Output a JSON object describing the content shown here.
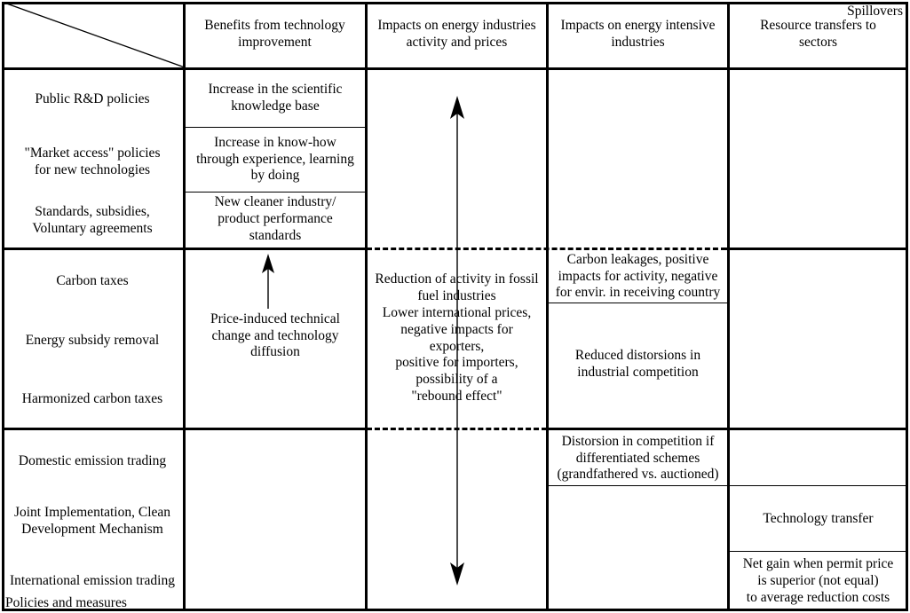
{
  "table": {
    "corner": {
      "top_label": "Spillovers",
      "bottom_label": "Policies and measures"
    },
    "column_headers": [
      "Benefits from technology\nimprovement",
      "Impacts on energy industries\nactivity and prices",
      "Impacts on energy intensive\nindustries",
      "Resource transfers to\nsectors"
    ],
    "band1": {
      "policies": [
        "Public R&D policies",
        "\"Market access\" policies\nfor new technologies",
        "Standards, subsidies,\nVoluntary agreements"
      ],
      "benefits": [
        "Increase in the scientific\nknowledge base",
        "Increase in know-how\nthrough experience, learning\nby doing",
        "New cleaner industry/\nproduct performance\nstandards"
      ],
      "energy_industries": "",
      "energy_intensive": "",
      "resource_transfers": ""
    },
    "band2": {
      "policies": [
        "Carbon taxes",
        "Energy subsidy removal",
        "Harmonized carbon taxes"
      ],
      "benefits": "Price-induced technical\nchange and technology\ndiffusion",
      "energy_industries": "Reduction of activity in fossil\nfuel industries\nLower international prices,\nnegative impacts for\nexporters,\npositive for importers,\npossibility of a\n\"rebound effect\"",
      "energy_intensive": [
        "Carbon leakages, positive\nimpacts for activity, negative\nfor envir. in receiving country",
        "Reduced distorsions in\nindustrial competition"
      ],
      "resource_transfers": ""
    },
    "band3": {
      "policies": [
        "Domestic emission trading",
        "Joint Implementation, Clean\nDevelopment Mechanism",
        "International emission trading"
      ],
      "benefits": "",
      "energy_industries": "",
      "energy_intensive": [
        "Distorsion in competition if\ndifferentiated schemes\n(grandfathered vs. auctioned)",
        ""
      ],
      "resource_transfers": [
        "",
        "Technology transfer",
        "Net gain when permit price\nis superior (not equal)\nto average reduction costs"
      ]
    },
    "arrows": {
      "benefits_up": "up-arrow",
      "energy_industries_double": "double-vertical-arrow"
    },
    "colors": {
      "line": "#000000",
      "background": "#ffffff",
      "text": "#000000"
    }
  }
}
